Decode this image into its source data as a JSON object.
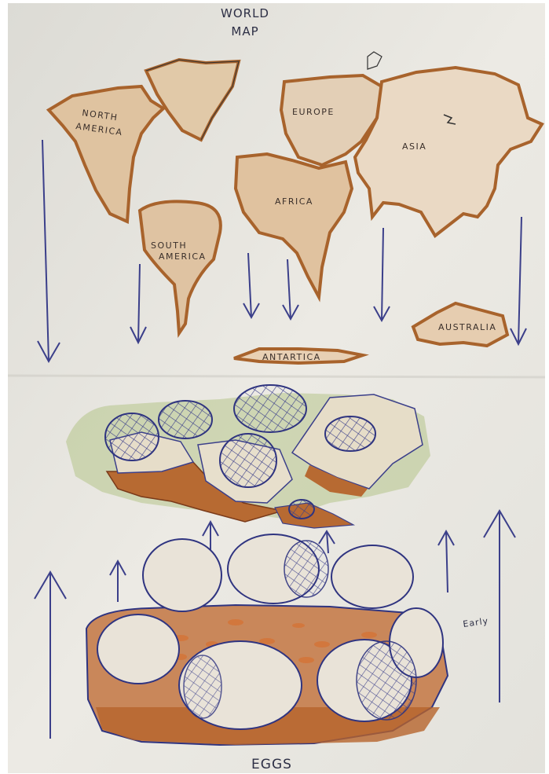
{
  "title": {
    "line1": "WORLD",
    "line2": "MAP"
  },
  "continents": {
    "north_america": {
      "line1": "NORTH",
      "line2": "AMERICA"
    },
    "south_america": {
      "line1": "SOUTH",
      "line2": "AMERICA"
    },
    "europe": "EUROPE",
    "africa": "AFRICA",
    "asia": "ASIA",
    "australia": "AUSTRALIA",
    "antarctica": "ANTARTICA"
  },
  "side_note": "Early",
  "bottom_label": "EGGS",
  "colors": {
    "paper": "#ecebe6",
    "land_fill": "#d9b894",
    "land_edge": "#a8632c",
    "ink": "#3b3f8a",
    "moss": "#6f9a3a"
  }
}
